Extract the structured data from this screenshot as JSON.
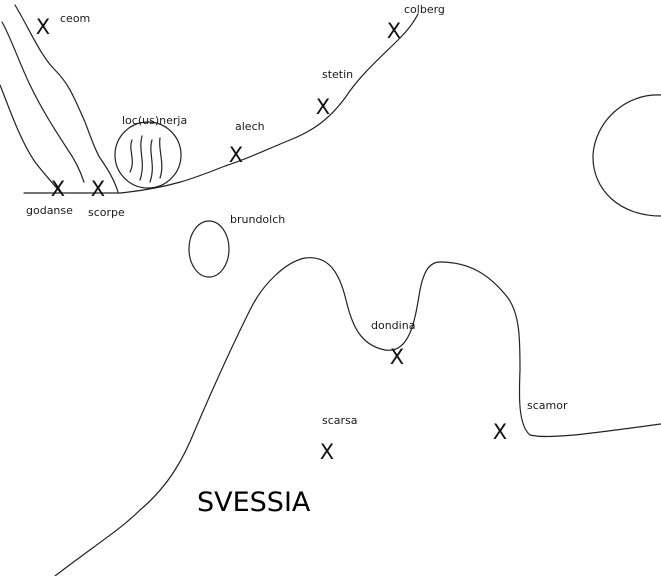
{
  "region_label": "SVESSIA",
  "places": [
    {
      "key": "ceom",
      "name": "ceom",
      "marked": true
    },
    {
      "key": "colberg",
      "name": "colberg",
      "marked": true
    },
    {
      "key": "stetin",
      "name": "stetin",
      "marked": true
    },
    {
      "key": "alech",
      "name": "alech",
      "marked": true
    },
    {
      "key": "locusnerja",
      "name": "loc(us)nerja",
      "marked": false
    },
    {
      "key": "godanse",
      "name": "godanse",
      "marked": true
    },
    {
      "key": "scorpe",
      "name": "scorpe",
      "marked": true
    },
    {
      "key": "brundolch",
      "name": "brundolch",
      "marked": false
    },
    {
      "key": "dondina",
      "name": "dondina",
      "marked": true
    },
    {
      "key": "scarsa",
      "name": "scarsa",
      "marked": true
    },
    {
      "key": "scamor",
      "name": "scamor",
      "marked": true
    }
  ],
  "marker_glyph": "X"
}
